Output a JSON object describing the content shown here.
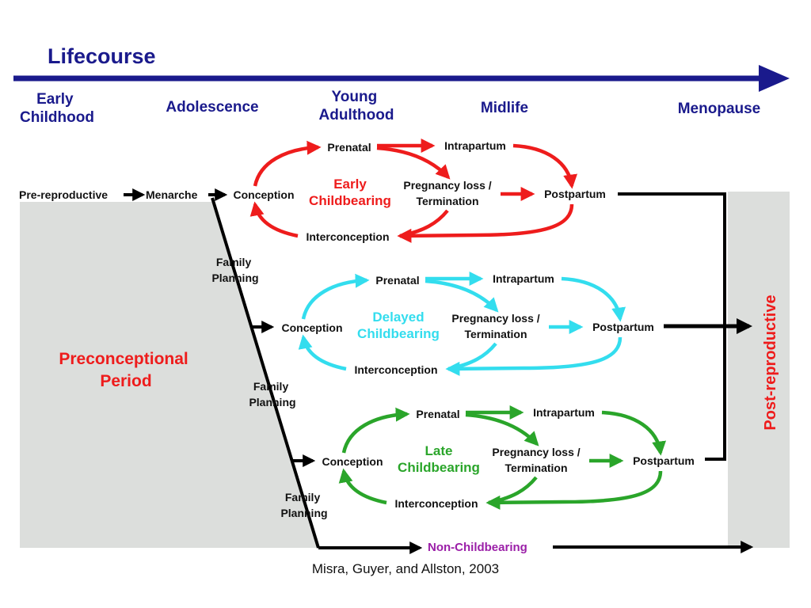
{
  "title": "Lifecourse",
  "stages": [
    [
      "Early",
      "Childhood"
    ],
    [
      "Adolescence"
    ],
    [
      "Young",
      "Adulthood"
    ],
    [
      "Midlife"
    ],
    [
      "Menopause"
    ]
  ],
  "timeline": {
    "pre_reproductive": "Pre-reproductive",
    "menarche": "Menarche"
  },
  "periods": {
    "preconceptional": [
      "Preconceptional",
      "Period"
    ],
    "post_reproductive": "Post-reproductive"
  },
  "family_planning": [
    "Family",
    "Planning"
  ],
  "cycles": [
    {
      "label": [
        "Early",
        "Childbearing"
      ],
      "color": "#ee1c1c",
      "conception": "Conception",
      "prenatal": "Prenatal",
      "intrapartum": "Intrapartum",
      "pregnancy_loss": [
        "Pregnancy loss /",
        "Termination"
      ],
      "postpartum": "Postpartum",
      "interconception": "Interconception"
    },
    {
      "label": [
        "Delayed",
        "Childbearing"
      ],
      "color": "#33ddee",
      "conception": "Conception",
      "prenatal": "Prenatal",
      "intrapartum": "Intrapartum",
      "pregnancy_loss": [
        "Pregnancy loss /",
        "Termination"
      ],
      "postpartum": "Postpartum",
      "interconception": "Interconception"
    },
    {
      "label": [
        "Late",
        "Childbearing"
      ],
      "color": "#2aa52a",
      "conception": "Conception",
      "prenatal": "Prenatal",
      "intrapartum": "Intrapartum",
      "pregnancy_loss": [
        "Pregnancy loss /",
        "Termination"
      ],
      "postpartum": "Postpartum",
      "interconception": "Interconception"
    }
  ],
  "non_childbearing": "Non-Childbearing",
  "citation": "Misra, Guyer, and Allston, 2003",
  "colors": {
    "navy": "#1a1a8c",
    "red": "#ee1c1c",
    "cyan": "#33ddee",
    "green": "#2aa52a",
    "purple": "#9b1fa8",
    "gray_panel": "#dcdedc"
  }
}
